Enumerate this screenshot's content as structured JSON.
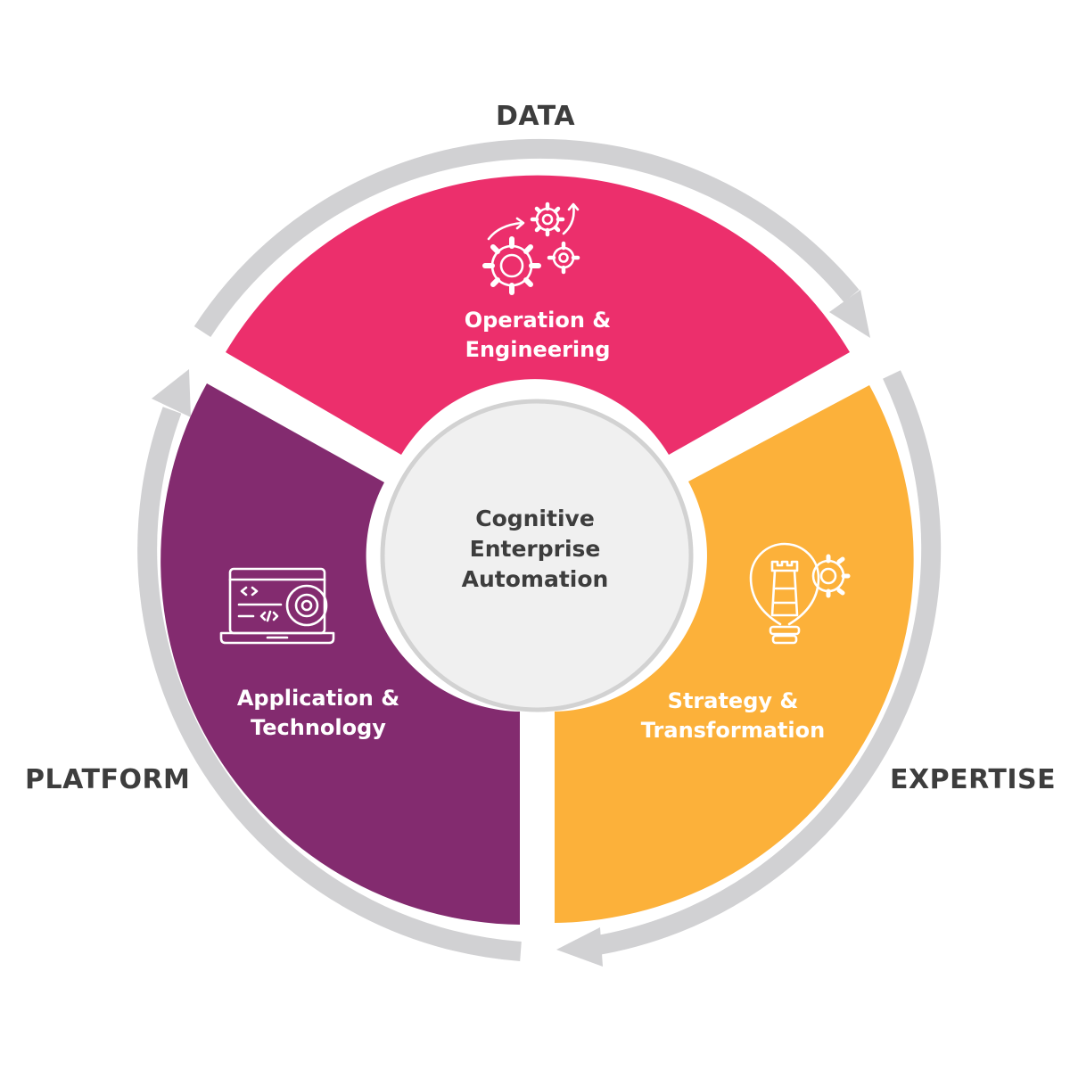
{
  "outer_labels": {
    "data": "DATA",
    "platform": "PLATFORM",
    "expertise": "EXPERTISE"
  },
  "segments": [
    {
      "id": "operation",
      "line1": "Operation &",
      "line2": "Engineering",
      "color": "#ec2f6c",
      "icon": "gears-icon"
    },
    {
      "id": "strategy",
      "line1": "Strategy &",
      "line2": "Transformation",
      "color": "#fcb13a",
      "icon": "lightbulb-chess-rook-icon"
    },
    {
      "id": "application",
      "line1": "Application &",
      "line2": "Technology",
      "color": "#832b6f",
      "icon": "laptop-code-icon"
    }
  ],
  "center": {
    "line1": "Cognitive",
    "line2": "Enterprise",
    "line3": "Automation",
    "fill": "#f0f0f0",
    "border": "#d2d2d2"
  },
  "ring_color": "#d1d1d3"
}
